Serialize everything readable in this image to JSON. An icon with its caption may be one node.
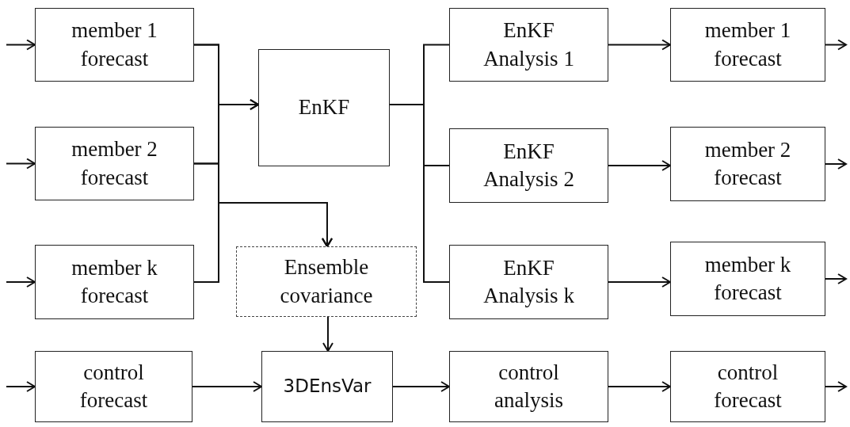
{
  "diagram": {
    "nodes": [
      {
        "text": [
          "member 1 forecast"
        ]
      },
      {
        "text": [
          "member 2 forecast"
        ]
      },
      {
        "text": [
          "member k forecast"
        ]
      },
      {
        "text": [
          "EnKF"
        ]
      },
      {
        "text": [
          "Ensemble covariance"
        ]
      },
      {
        "text": [
          "control forecast"
        ]
      },
      {
        "text": [
          "3DEnsVar"
        ]
      },
      {
        "text": [
          "EnKF Analysis 1"
        ]
      },
      {
        "text": [
          "EnKF Analysis 2"
        ]
      },
      {
        "text": [
          "EnKF Analysis k"
        ]
      },
      {
        "text": [
          "control analysis"
        ]
      },
      {
        "text": [
          "member 1 forecast"
        ]
      },
      {
        "text": [
          "member 2 forecast"
        ]
      },
      {
        "text": [
          "member k forecast"
        ]
      },
      {
        "text": [
          "control forecast"
        ]
      }
    ],
    "edges": [
      {
        "from": null,
        "to": 0,
        "arrow": "to"
      },
      {
        "from": null,
        "to": 1,
        "arrow": "to"
      },
      {
        "from": null,
        "to": 2,
        "arrow": "to"
      },
      {
        "from": null,
        "to": 5,
        "arrow": "to"
      },
      {
        "from": 0,
        "to": 3,
        "arrow": "to"
      },
      {
        "from": 1,
        "to": 3,
        "arrow": "to"
      },
      {
        "from": 2,
        "to": 3,
        "arrow": "to"
      },
      {
        "from": 0,
        "to": 4,
        "arrow": "to"
      },
      {
        "from": 1,
        "to": 4,
        "arrow": "to"
      },
      {
        "from": 2,
        "to": 4,
        "arrow": "to"
      },
      {
        "from": 4,
        "to": 6,
        "arrow": "to"
      },
      {
        "from": 5,
        "to": 6,
        "arrow": "to"
      },
      {
        "from": 3,
        "to": 7,
        "arrow": "none"
      },
      {
        "from": 3,
        "to": 8,
        "arrow": "none"
      },
      {
        "from": 3,
        "to": 9,
        "arrow": "none"
      },
      {
        "from": 6,
        "to": 10,
        "arrow": "to"
      },
      {
        "from": 7,
        "to": 11,
        "arrow": "to"
      },
      {
        "from": 8,
        "to": 12,
        "arrow": "to"
      },
      {
        "from": 9,
        "to": 13,
        "arrow": "to"
      },
      {
        "from": 10,
        "to": 14,
        "arrow": "to"
      },
      {
        "from": 11,
        "to": null,
        "arrow": "to"
      },
      {
        "from": 12,
        "to": null,
        "arrow": "to"
      },
      {
        "from": 13,
        "to": null,
        "arrow": "to"
      },
      {
        "from": 14,
        "to": null,
        "arrow": "to"
      }
    ]
  }
}
